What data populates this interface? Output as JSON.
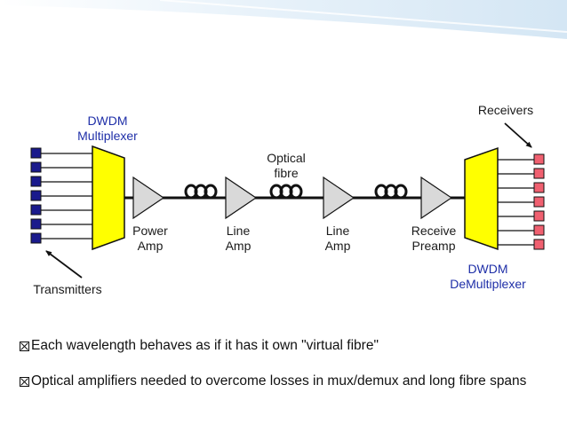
{
  "colors": {
    "header_band": "#e2eef8",
    "transmitter_fill": "#1a1a8c",
    "receiver_fill": "#f06070",
    "mux_fill": "#ffff00",
    "amp_fill": "#d9d9d9",
    "fibre": "#111111"
  },
  "diagram": {
    "mux_label_line1": "DWDM",
    "mux_label_line2": "Multiplexer",
    "demux_label_line1": "DWDM",
    "demux_label_line2": "DeMultiplexer",
    "transmitters_label": "Transmitters",
    "receivers_label": "Receivers",
    "fibre_label_line1": "Optical",
    "fibre_label_line2": "fibre",
    "amplifiers": [
      {
        "line1": "Power",
        "line2": "Amp"
      },
      {
        "line1": "Line",
        "line2": "Amp"
      },
      {
        "line1": "Line",
        "line2": "Amp"
      },
      {
        "line1": "Receive",
        "line2": "Preamp"
      }
    ]
  },
  "bullets": [
    "Each wavelength behaves as if it has it own \"virtual fibre\"",
    "Optical amplifiers needed to overcome losses in mux/demux and long fibre spans"
  ]
}
